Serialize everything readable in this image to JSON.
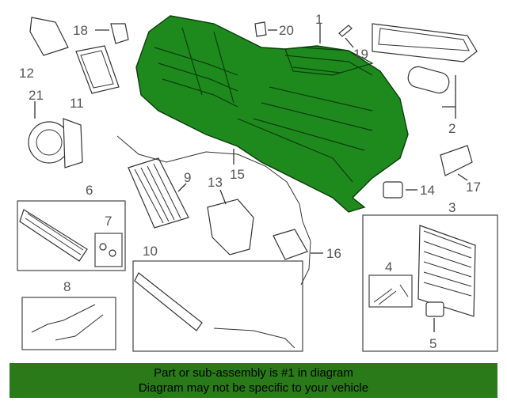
{
  "callouts": {
    "c1": "1",
    "c2": "2",
    "c3": "3",
    "c4": "4",
    "c5": "5",
    "c6": "6",
    "c7": "7",
    "c8": "8",
    "c9": "9",
    "c10": "10",
    "c11": "11",
    "c12": "12",
    "c13": "13",
    "c14": "14",
    "c15": "15",
    "c16": "16",
    "c17": "17",
    "c18": "18",
    "c19": "19",
    "c20": "20",
    "c21": "21"
  },
  "highlight_color": "#1e8a1e",
  "banner": {
    "line1": "Part or sub-assembly is #1 in diagram",
    "line2": "Diagram may not be specific to your vehicle",
    "background": "#2a7a1a"
  }
}
